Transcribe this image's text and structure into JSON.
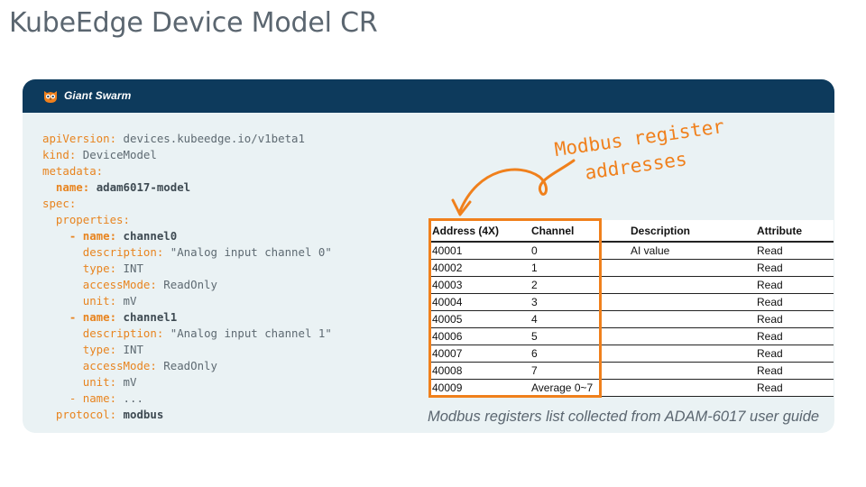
{
  "slide": {
    "title": "KubeEdge Device Model CR"
  },
  "header": {
    "logo_text": "Giant Swarm",
    "logo_icon": "owl-logo-icon"
  },
  "yaml": {
    "apiVersion_key": "apiVersion:",
    "apiVersion_val": "devices.kubeedge.io/v1beta1",
    "kind_key": "kind:",
    "kind_val": "DeviceModel",
    "metadata_key": "metadata:",
    "name_key": "name:",
    "name_val": "adam6017-model",
    "spec_key": "spec:",
    "properties_key": "properties:",
    "properties": [
      {
        "name_key": "- name:",
        "name_val": "channel0",
        "desc_key": "description:",
        "desc_val": "\"Analog input channel 0\"",
        "type_key": "type:",
        "type_val": "INT",
        "access_key": "accessMode:",
        "access_val": "ReadOnly",
        "unit_key": "unit:",
        "unit_val": "mV"
      },
      {
        "name_key": "- name:",
        "name_val": "channel1",
        "desc_key": "description:",
        "desc_val": "\"Analog input channel 1\"",
        "type_key": "type:",
        "type_val": "INT",
        "access_key": "accessMode:",
        "access_val": "ReadOnly",
        "unit_key": "unit:",
        "unit_val": "mV"
      }
    ],
    "more_key": "- name:",
    "more_val": "...",
    "protocol_key": "protocol:",
    "protocol_val": "modbus"
  },
  "annotation": {
    "line1": "Modbus register",
    "line2": "addresses",
    "color": "#f0801c"
  },
  "table": {
    "headers": [
      "Address (4X)",
      "Channel",
      "Description",
      "Attribute"
    ],
    "rows": [
      [
        "40001",
        "0",
        "AI value",
        "Read"
      ],
      [
        "40002",
        "1",
        "",
        "Read"
      ],
      [
        "40003",
        "2",
        "",
        "Read"
      ],
      [
        "40004",
        "3",
        "",
        "Read"
      ],
      [
        "40005",
        "4",
        "",
        "Read"
      ],
      [
        "40006",
        "5",
        "",
        "Read"
      ],
      [
        "40007",
        "6",
        "",
        "Read"
      ],
      [
        "40008",
        "7",
        "",
        "Read"
      ],
      [
        "40009",
        "Average 0~7",
        "",
        "Read"
      ]
    ]
  },
  "caption": "Modbus registers list collected from ADAM-6017 user guide"
}
